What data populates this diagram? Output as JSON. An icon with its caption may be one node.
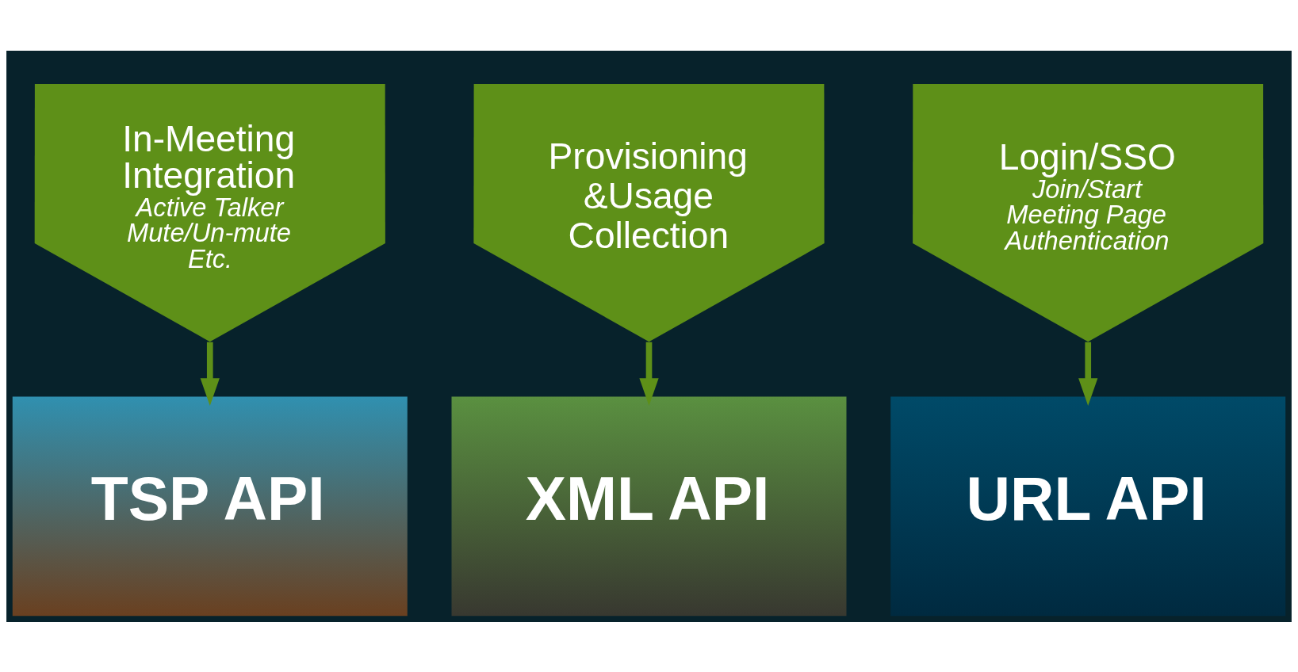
{
  "diagram": {
    "nodes": [
      {
        "text": [
          "In-Meeting Integration",
          "Active Talker Mute/Un-mute Etc."
        ]
      },
      {
        "text": [
          "Provisioning &Usage Collection"
        ]
      },
      {
        "text": [
          "Login/SSO",
          "Join/Start Meeting Page Authentication"
        ]
      },
      {
        "text": [
          "TSP API"
        ]
      },
      {
        "text": [
          "XML API"
        ]
      },
      {
        "text": [
          "URL API"
        ]
      }
    ],
    "edges": [
      {
        "from": 0,
        "to": 3,
        "arrow": "to"
      },
      {
        "from": 1,
        "to": 4,
        "arrow": "to"
      },
      {
        "from": 2,
        "to": 5,
        "arrow": "to"
      }
    ]
  }
}
